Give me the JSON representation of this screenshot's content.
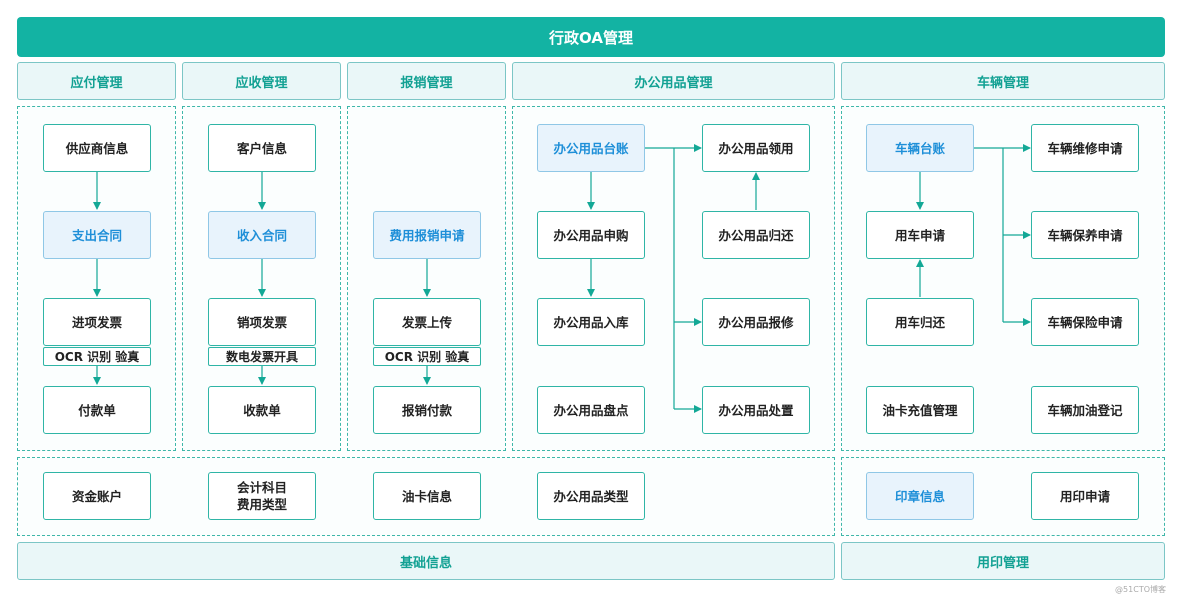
{
  "title": "行政OA管理",
  "sections": {
    "payable": "应付管理",
    "receivable": "应收管理",
    "reimburse": "报销管理",
    "office": "办公用品管理",
    "vehicle": "车辆管理"
  },
  "payable": {
    "supplier": "供应商信息",
    "contract": "支出合同",
    "invoice": "进项发票",
    "ocr": "OCR 识别 验真",
    "payment": "付款单"
  },
  "receivable": {
    "customer": "客户信息",
    "contract": "收入合同",
    "invoice": "销项发票",
    "einvoice": "数电发票开具",
    "receipt": "收款单"
  },
  "reimburse": {
    "apply": "费用报销申请",
    "upload": "发票上传",
    "ocr": "OCR 识别 验真",
    "pay": "报销付款"
  },
  "office": {
    "ledger": "办公用品台账",
    "purchase": "办公用品申购",
    "stockin": "办公用品入库",
    "inventory": "办公用品盘点",
    "receive": "办公用品领用",
    "return": "办公用品归还",
    "repair": "办公用品报修",
    "dispose": "办公用品处置"
  },
  "vehicle": {
    "ledger": "车辆台账",
    "use_apply": "用车申请",
    "use_return": "用车归还",
    "fuel_card": "油卡充值管理",
    "repair": "车辆维修申请",
    "maintain": "车辆保养申请",
    "insurance": "车辆保险申请",
    "refuel": "车辆加油登记"
  },
  "basic": {
    "fund_account": "资金账户",
    "subject_line1": "会计科目",
    "subject_line2": "费用类型",
    "fuel_info": "油卡信息",
    "office_type": "办公用品类型"
  },
  "seal": {
    "info": "印章信息",
    "apply": "用印申请"
  },
  "footers": {
    "basic": "基础信息",
    "seal": "用印管理"
  },
  "watermark": "@51CTO博客",
  "colors": {
    "accent": "#13b3a3",
    "line": "#13a896",
    "highlight_text": "#1e8fd8",
    "highlight_bg": "#e8f3fc"
  }
}
